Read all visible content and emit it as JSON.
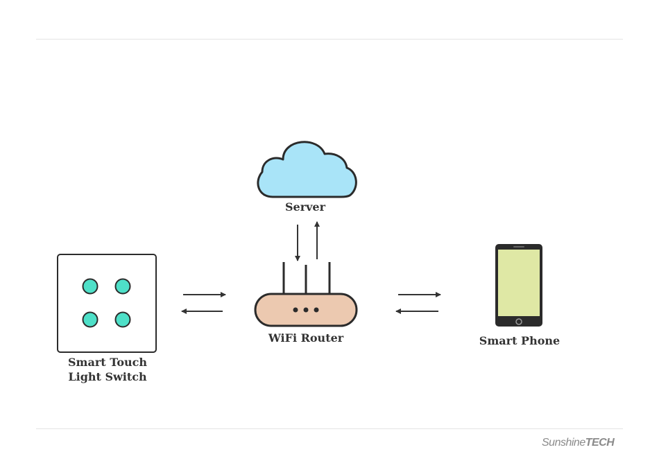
{
  "nodes": {
    "server": "Server",
    "router": "WiFi Router",
    "switch_line1": "Smart Touch",
    "switch_line2": "Light Switch",
    "phone": "Smart Phone"
  },
  "branding": {
    "part1": "Sunshine",
    "part2": "TECH"
  },
  "colors": {
    "cloud_fill": "#a9e4f8",
    "router_fill": "#ecc9b0",
    "switch_buttons": "#4ee0c8",
    "phone_screen": "#dfe8a5",
    "stroke": "#2b2b2b"
  },
  "icons": [
    "cloud-icon",
    "router-icon",
    "light-switch-icon",
    "smartphone-icon",
    "arrow-icon"
  ]
}
